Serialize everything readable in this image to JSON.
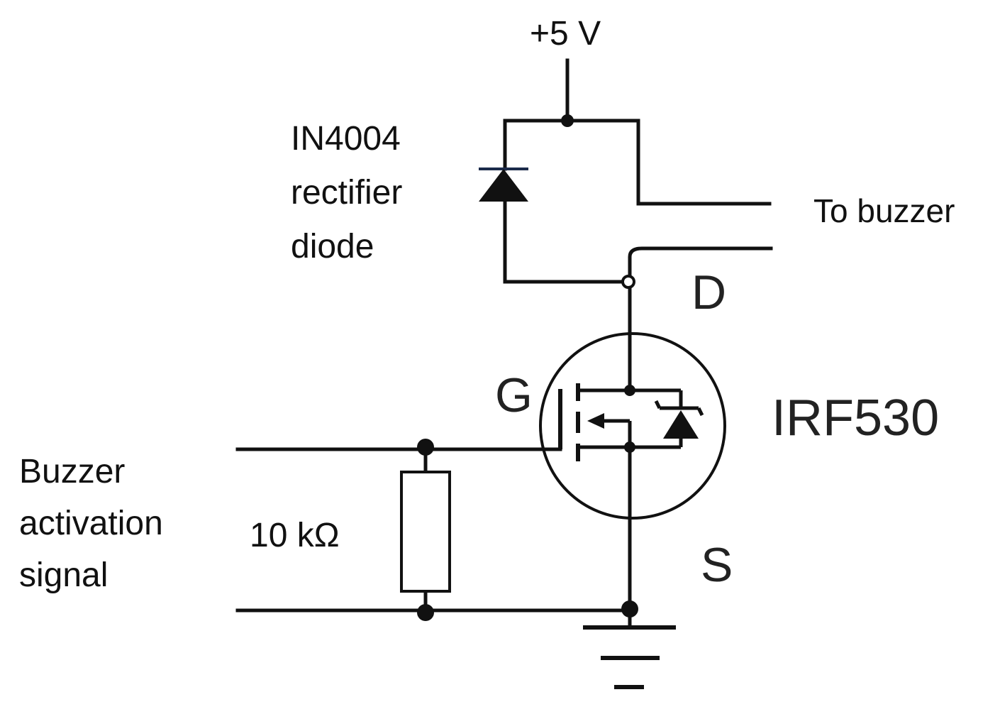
{
  "labels": {
    "supply": "+5 V",
    "diode": [
      "IN4004",
      "rectifier",
      "diode"
    ],
    "buzzer_output": "To buzzer",
    "drain": "D",
    "gate": "G",
    "source": "S",
    "transistor": "IRF530",
    "input_signal": [
      "Buzzer",
      "activation",
      "signal"
    ],
    "resistor": "10 kΩ"
  },
  "colors": {
    "stroke": "#111111",
    "background": "#ffffff"
  }
}
